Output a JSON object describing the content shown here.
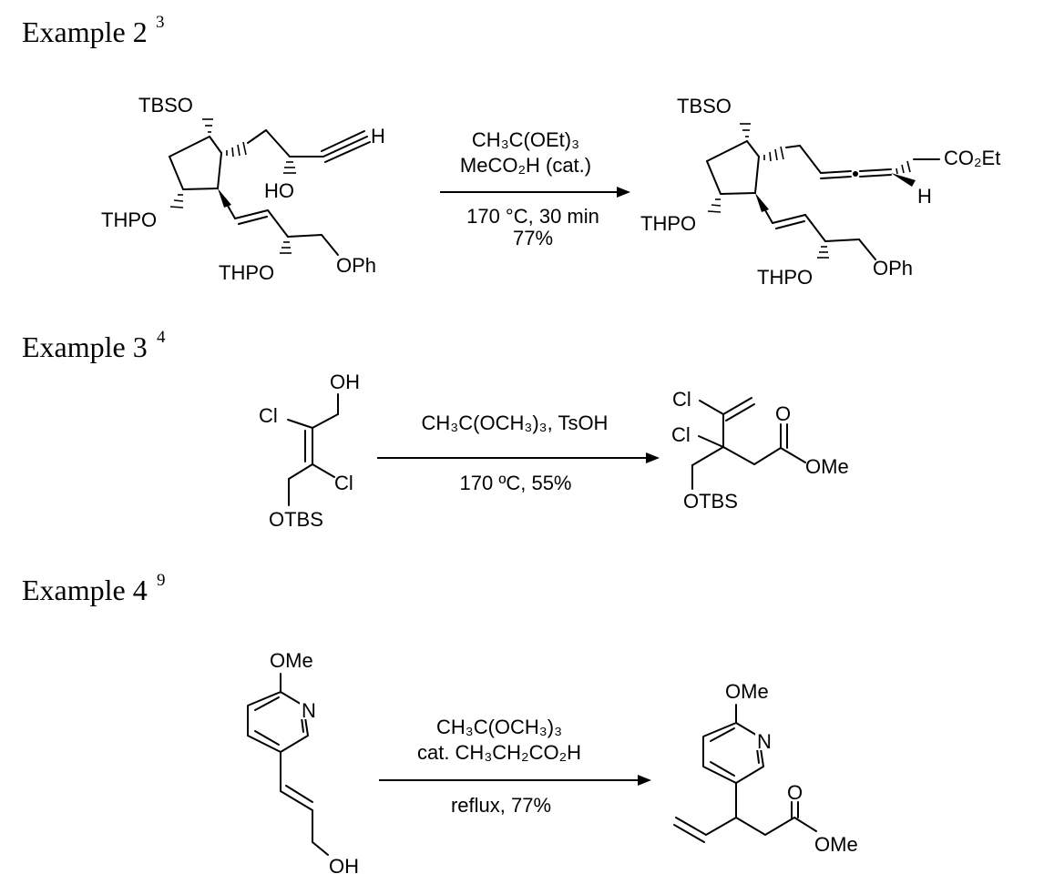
{
  "examples": [
    {
      "heading": "Example 2",
      "ref": "3",
      "reactant_labels": {
        "tbso": "TBSO",
        "h_alkyne": "H",
        "ho": "HO",
        "thpo_ring": "THPO",
        "thpo_side": "THPO",
        "oph": "OPh"
      },
      "conditions": {
        "line1": "CH₃C(OEt)₃",
        "line2": "MeCO₂H (cat.)",
        "line3": "170 °C, 30 min",
        "line4": "77%"
      },
      "product_labels": {
        "tbso": "TBSO",
        "co2et": "CO₂Et",
        "h_allene": "H",
        "thpo_ring": "THPO",
        "thpo_side": "THPO",
        "oph": "OPh"
      }
    },
    {
      "heading": "Example 3",
      "ref": "4",
      "reactant_labels": {
        "oh": "OH",
        "cl_top": "Cl",
        "cl_bottom": "Cl",
        "otbs": "OTBS"
      },
      "conditions": {
        "line1": "CH₃C(OCH₃)₃, TsOH",
        "line2": "170 ºC, 55%"
      },
      "product_labels": {
        "cl_vinyl": "Cl",
        "cl_quat": "Cl",
        "o_carbonyl": "O",
        "ome": "OMe",
        "otbs": "OTBS"
      }
    },
    {
      "heading": "Example 4",
      "ref": "9",
      "reactant_labels": {
        "ome": "OMe",
        "n": "N",
        "oh": "OH"
      },
      "conditions": {
        "line1": "CH₃C(OCH₃)₃",
        "line2": "cat. CH₃CH₂CO₂H",
        "line3": "reflux, 77%"
      },
      "product_labels": {
        "ome": "OMe",
        "n": "N",
        "o_carbonyl": "O",
        "ester_ome": "OMe"
      }
    }
  ]
}
